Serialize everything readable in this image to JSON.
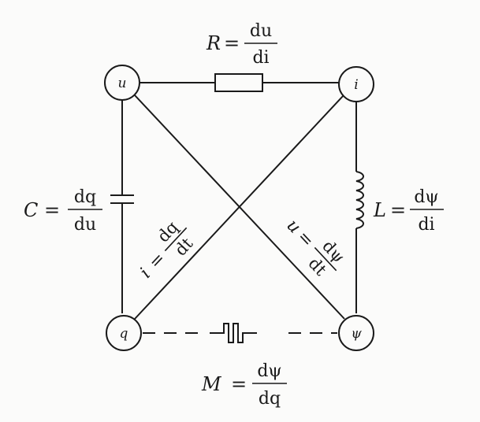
{
  "nodes": {
    "u": "u",
    "i": "i",
    "q": "q",
    "psi": "ψ"
  },
  "relations": {
    "resistance": {
      "lhs": "R",
      "eq": "=",
      "num": "du",
      "den": "di"
    },
    "capacitance": {
      "lhs": "C",
      "eq": "=",
      "num": "dq",
      "den": "du"
    },
    "inductance": {
      "lhs": "L",
      "eq": "=",
      "num": "dψ",
      "den": "di"
    },
    "memristance": {
      "lhs": "M",
      "eq": "=",
      "num": "dψ",
      "den": "dq"
    },
    "current": {
      "lhs": "i",
      "eq": "=",
      "num": "dq",
      "den": "dt"
    },
    "voltage": {
      "lhs": "u",
      "eq": "=",
      "num": "dψ",
      "den": "dt"
    }
  },
  "colors": {
    "ink": "#1a1a1a",
    "paper": "#fbfbfa"
  }
}
